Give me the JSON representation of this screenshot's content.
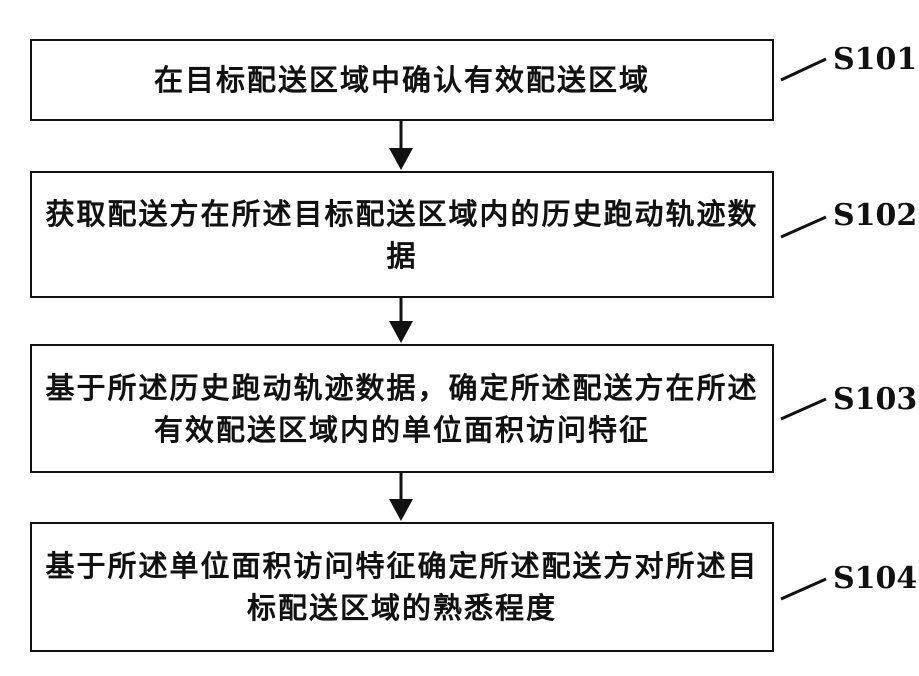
{
  "steps": [
    {
      "id": "S101",
      "text": "在目标配送区域中确认有效配送区域"
    },
    {
      "id": "S102",
      "text": "获取配送方在所述目标配送区域内的历史跑动轨迹数据"
    },
    {
      "id": "S103",
      "text": "基于所述历史跑动轨迹数据，确定所述配送方在所述有效配送区域内的单位面积访问特征"
    },
    {
      "id": "S104",
      "text": "基于所述单位面积访问特征确定所述配送方对所述目标配送区域的熟悉程度"
    }
  ]
}
